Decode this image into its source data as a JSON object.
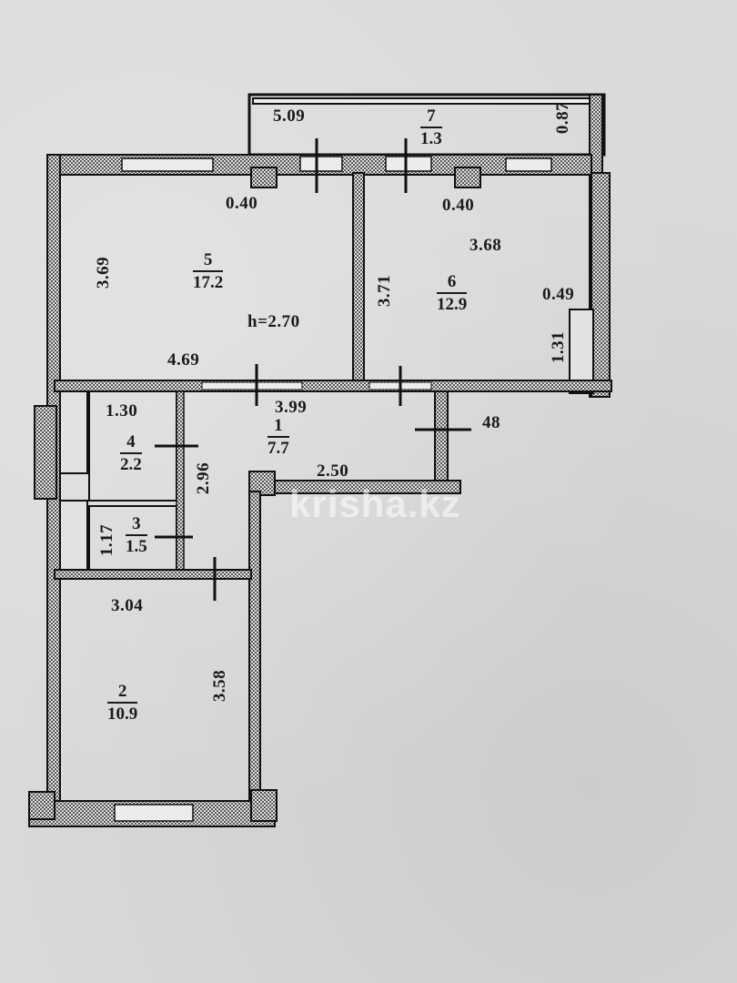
{
  "plan": {
    "ceiling_height": "h=2.70",
    "watermark": "krisha.kz"
  },
  "rooms": [
    {
      "number": "1",
      "area": "7.7"
    },
    {
      "number": "2",
      "area": "10.9"
    },
    {
      "number": "3",
      "area": "1.5"
    },
    {
      "number": "4",
      "area": "2.2"
    },
    {
      "number": "5",
      "area": "17.2"
    },
    {
      "number": "6",
      "area": "12.9"
    },
    {
      "number": "7",
      "area": "1.3"
    }
  ],
  "dimensions": {
    "balcony_length": "5.09",
    "balcony_depth": "0.87",
    "room5_pier": "0.40",
    "room6_pier": "0.40",
    "room5_height": "3.69",
    "room5_width": "4.69",
    "room6_height": "3.71",
    "room6_width": "3.68",
    "closet_width": "0.49",
    "closet_length": "1.31",
    "hall_length": "3.99",
    "hall_width": "2.50",
    "hall_side": "2.96",
    "hall_door": "48",
    "bath_width": "1.30",
    "wc_length": "1.17",
    "room2_width": "3.04",
    "room2_height": "3.58"
  }
}
